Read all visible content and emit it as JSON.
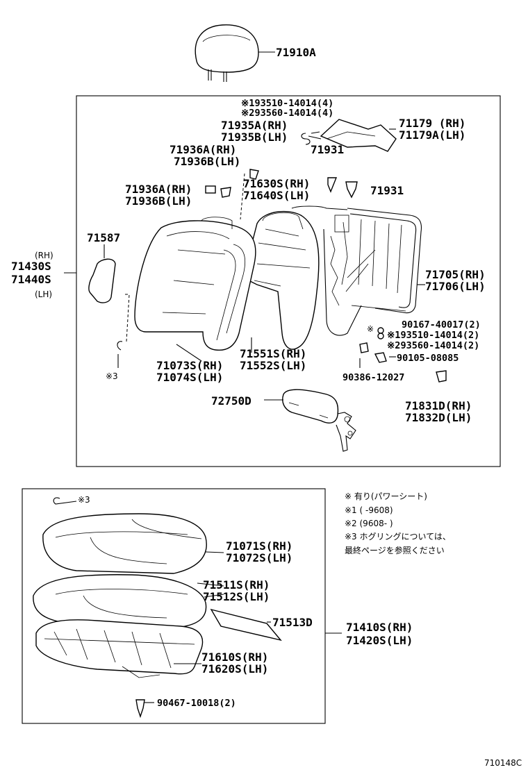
{
  "labels": {
    "headrest": "71910A",
    "note1_top": "※193510-14014(4)",
    "note2_top": "※293560-14014(4)",
    "guide_rh": "71935A(RH)",
    "guide_lh": "71935B(LH)",
    "hinge_rh": "71179  (RH)",
    "hinge_lh": "71179A(LH)",
    "support_rh": "71936A(RH)",
    "support_lh": "71936B(LH)",
    "clip_a": "71931",
    "support2_rh": "71936A(RH)",
    "support2_lh": "71936B(LH)",
    "hook_rh": "71630S(RH)",
    "hook_lh": "71640S(LH)",
    "clip_b": "71931",
    "trim_cover": "71587",
    "rh_top": "(RH)",
    "back_assy_rh": "71430S",
    "back_assy_lh": "71440S",
    "lh_bottom": "(LH)",
    "frame_rh": "71705(RH)",
    "frame_lh": "71706(LH)",
    "bolt1": "90167-40017(2)",
    "bolt2": "※193510-14014(2)",
    "bolt3": "※293560-14014(2)",
    "pad_rh": "71551S(RH)",
    "pad_lh": "71552S(LH)",
    "cover_rh": "71073S(RH)",
    "cover_lh": "71074S(LH)",
    "bolt4": "90105-08085",
    "nut": "90386-12027",
    "note3_left": "※3",
    "armrest": "72750D",
    "knob_rh": "71831D(RH)",
    "knob_lh": "71832D(LH)",
    "note3_cushion": "※3",
    "cush_cover_rh": "71071S(RH)",
    "cush_cover_lh": "71072S(LH)",
    "cush_pad_rh": "71511S(RH)",
    "cush_pad_lh": "71512S(LH)",
    "heater": "71513D",
    "cush_assy_rh": "71410S(RH)",
    "cush_assy_lh": "71420S(LH)",
    "cush_frame_rh": "71610S(RH)",
    "cush_frame_lh": "71620S(LH)",
    "bolt5": "90467-10018(2)",
    "figure_number": "710148C"
  },
  "notes": [
    "※  有り(パワーシート)",
    "※1 (      -9608)",
    "※2 (9608-      )",
    "※3  ホグリングについては、",
    "      最終ページを参照ください"
  ]
}
